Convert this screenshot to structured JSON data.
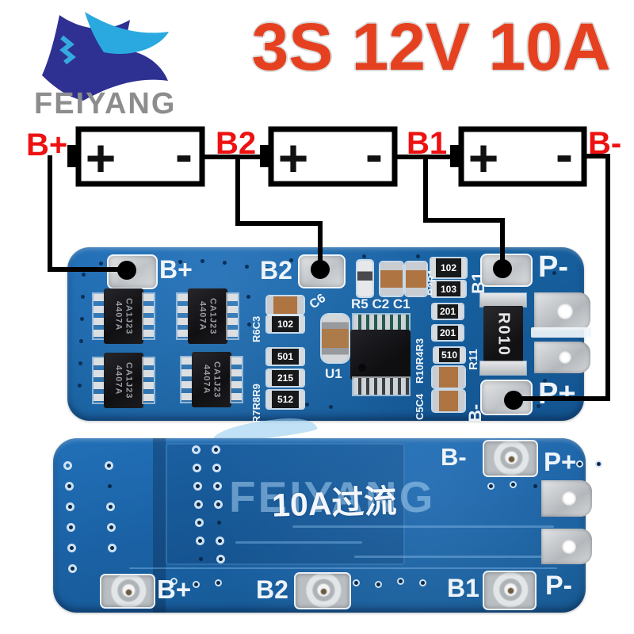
{
  "brand": {
    "name": "FEIYANG"
  },
  "title": "3S 12V 10A",
  "diagram": {
    "labels": [
      "B+",
      "B2",
      "B1",
      "B-"
    ],
    "cell_plus": "+",
    "cell_minus": "-",
    "battery_count": 3
  },
  "board_top": {
    "pad_bplus": "B+",
    "pad_b2": "B2",
    "pad_b1": "B1",
    "pad_pminus": "P-",
    "pad_bminus": "B-",
    "pad_pplus": "P+",
    "mosfet_line1": "4407A",
    "mosfet_line2": "CA1J23",
    "u1_label": "U1",
    "shunt_value": "R010",
    "shunt_ref": "R11",
    "res_right": [
      "102",
      "103",
      "201",
      "201",
      "510"
    ],
    "res_mid": [
      "102",
      "501",
      "215",
      "512"
    ],
    "ref_r5c2c1": "R5 C2 C1",
    "ref_r2r1": "R2R1",
    "ref_r6c3": "R6C3",
    "ref_r7r8r9": "R7R8R9",
    "ref_r10r4r3": "R10R4R3",
    "ref_c5c4": "C5C4",
    "ref_c6": "C6"
  },
  "board_bottom": {
    "overcurrent": "10A过流",
    "watermark": "FEIYANG",
    "label_bminus": "B-",
    "label_pplus": "P+",
    "label_bplus": "B+",
    "label_b2": "B2",
    "label_b1": "B1",
    "label_pminus": "P-"
  },
  "colors": {
    "title_red": "#e5401f",
    "terminal_red": "#ee1111",
    "pcb_blue": "#1a63a8",
    "silkscreen": "#eef4fa",
    "logo_navy": "#2e3192",
    "logo_lightblue": "#29a9e0",
    "logo_gray": "#8d8d8d"
  }
}
